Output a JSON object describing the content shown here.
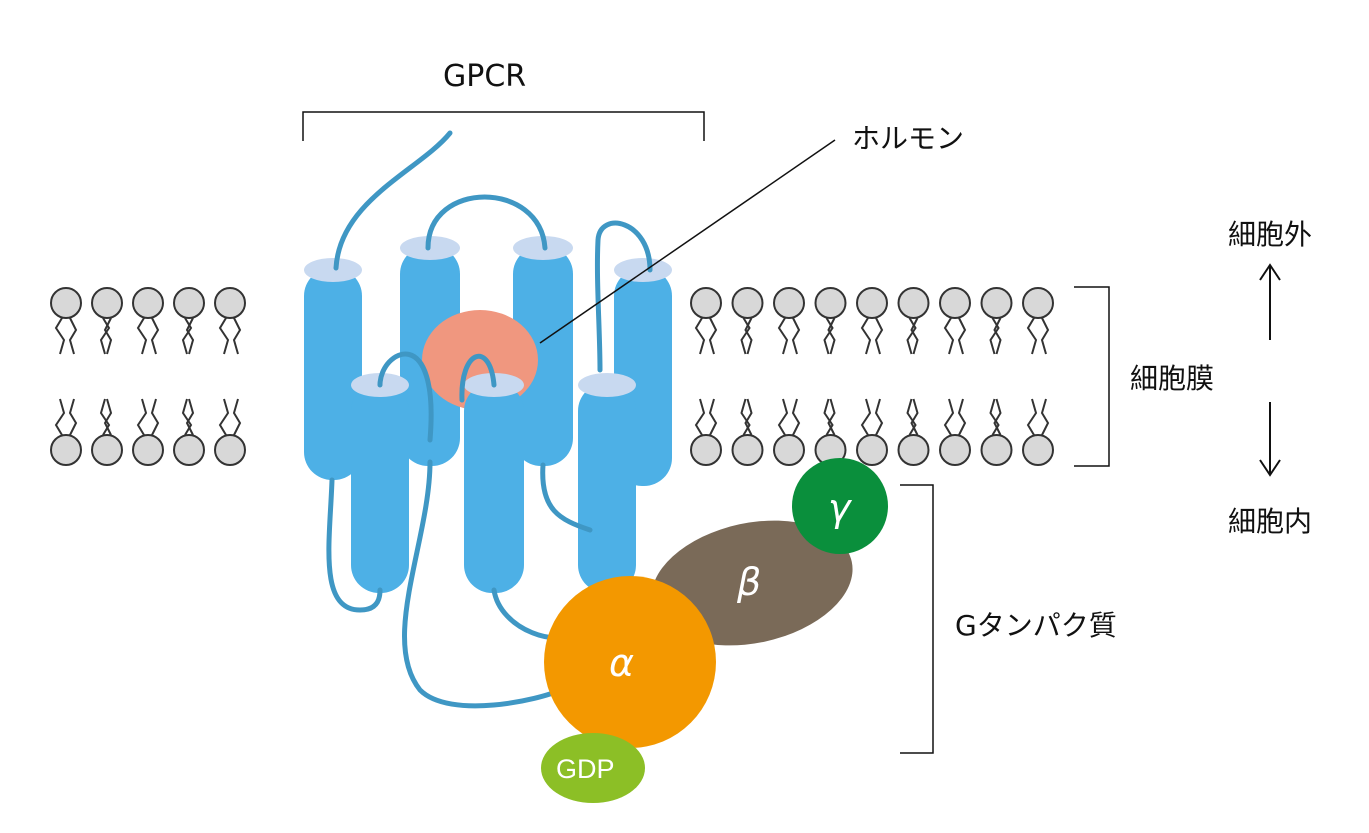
{
  "labels": {
    "gpcr": "GPCR",
    "hormone": "ホルモン",
    "extracellular": "細胞外",
    "membrane": "細胞膜",
    "intracellular": "細胞内",
    "g_protein": "Gタンパク質",
    "alpha": "α",
    "beta": "β",
    "gamma": "γ",
    "gdp": "GDP"
  },
  "colors": {
    "helix_body": "#4db0e6",
    "helix_cap": "#c8d9f0",
    "loop": "#3f97c4",
    "hormone": "#f0977f",
    "alpha": "#f39800",
    "beta": "#7a6a58",
    "gamma": "#0a8f3c",
    "gdp": "#8cbf26",
    "lipid_head": "#d8d8d8"
  },
  "icons": {
    "up": "up-arrow-icon",
    "down": "down-arrow-icon"
  }
}
